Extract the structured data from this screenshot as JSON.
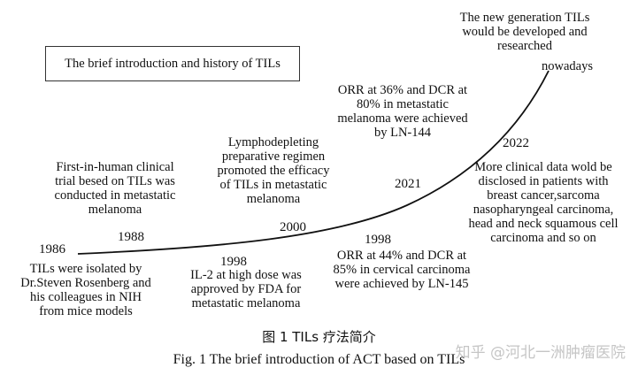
{
  "title_box": "The brief introduction and history of  TILs",
  "years": {
    "y1986": "1986",
    "y1988": "1988",
    "y1998_left": "1998",
    "y2000": "2000",
    "y1998_right": "1998",
    "y2021": "2021",
    "y2022": "2022"
  },
  "events": {
    "tils_isolated": "TILs were isolated by\nDr.Steven Rosenberg and\nhis colleagues in NIH\nfrom mice models",
    "first_in_human": "First-in-human clinical\ntrial besed on TILs was\nconducted in metastatic\nmelanoma",
    "il2": "IL-2 at high dose was\napproved by FDA for\nmetastatic melanoma",
    "lymphodepleting": "Lymphodepleting\npreparative regimen\npromoted the efficacy\nof TILs in metastatic\nmelanoma",
    "ln145": "ORR at 44% and DCR at\n85% in cervical carcinoma\nwere achieved by LN-145",
    "ln144": "ORR at 36% and DCR at\n80% in metastatic\nmelanoma were achieved\nby LN-144",
    "more_data": "More clinical data wold be\ndisclosed in patients with\nbreast cancer,sarcoma\nnasopharyngeal carcinoma,\nhead and neck squamous cell\ncarcinoma and so on",
    "new_generation": "The new generation TILs\nwould be developed and\nresearched",
    "nowadays": "nowadays"
  },
  "caption_cn": "图 1   TILs 疗法简介",
  "caption_en": "Fig. 1    The brief introduction of ACT based on TILs",
  "watermark": "知乎 @河北一洲肿瘤医院",
  "colors": {
    "text": "#111111",
    "line": "#111111",
    "watermark": "#969696"
  }
}
